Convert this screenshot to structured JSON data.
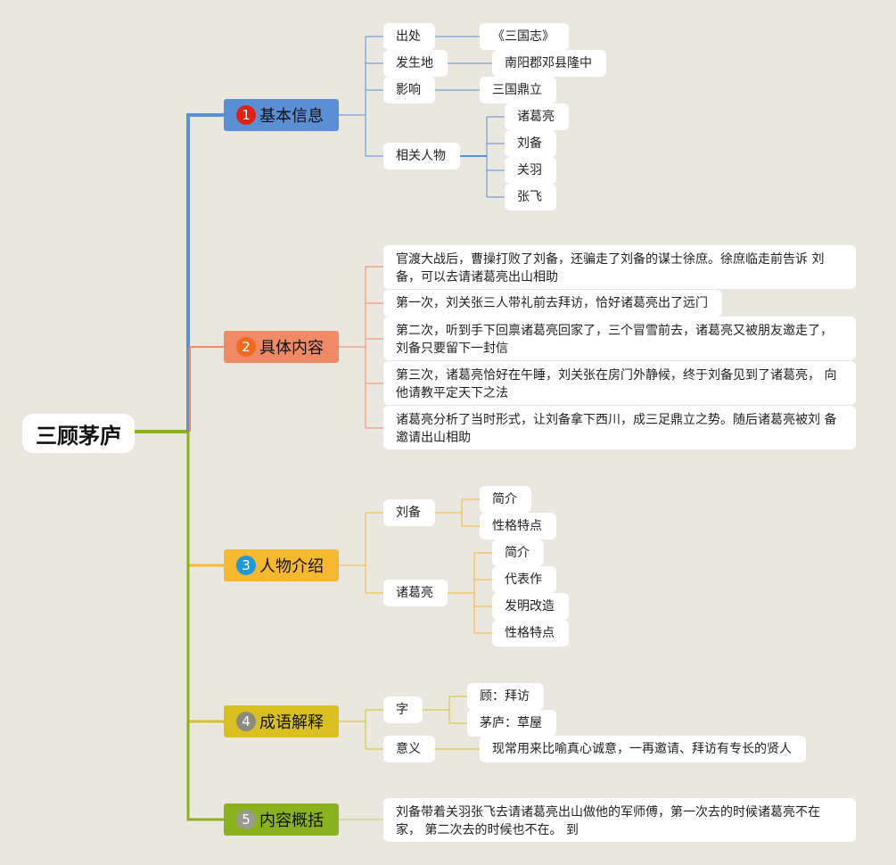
{
  "root": {
    "label": "三顾茅庐"
  },
  "branches": [
    {
      "num": "1",
      "label": "基本信息",
      "color": "#5a8fd6",
      "badge_color": "#e02010"
    },
    {
      "num": "2",
      "label": "具体内容",
      "color": "#f08a66",
      "badge_color": "#f06a20"
    },
    {
      "num": "3",
      "label": "人物介绍",
      "color": "#f5b830",
      "badge_color": "#1f9ad6"
    },
    {
      "num": "4",
      "label": "成语解释",
      "color": "#d9c020",
      "badge_color": "#8a8a80"
    },
    {
      "num": "5",
      "label": "内容概括",
      "color": "#8ab21e",
      "badge_color": "#9a9a90"
    }
  ],
  "basic": {
    "source_key": "出处",
    "source_val": "《三国志》",
    "place_key": "发生地",
    "place_val": "南阳郡邓县隆中",
    "impact_key": "影响",
    "impact_val": "三国鼎立",
    "people_key": "相关人物",
    "people": [
      "诸葛亮",
      "刘备",
      "关羽",
      "张飞"
    ]
  },
  "content": {
    "items": [
      "官渡大战后，曹操打败了刘备，还骗走了刘备的谋士徐庶。徐庶临走前告诉 刘备，可以去请诸葛亮出山相助",
      "第一次，刘关张三人带礼前去拜访，恰好诸葛亮出了远门",
      "第二次，听到手下回禀诸葛亮回家了，三个冒雪前去，诸葛亮又被朋友邀走了，刘备只要留下一封信",
      "第三次，诸葛亮恰好在午睡，刘关张在房门外静候，终于刘备见到了诸葛亮， 向他请教平定天下之法",
      "诸葛亮分析了当时形式，让刘备拿下西川，成三足鼎立之势。随后诸葛亮被刘 备邀请出山相助"
    ]
  },
  "people_intro": {
    "liubei": "刘备",
    "liubei_items": [
      "简介",
      "性格特点"
    ],
    "zhuge": "诸葛亮",
    "zhuge_items": [
      "简介",
      "代表作",
      "发明改造",
      "性格特点"
    ]
  },
  "idiom": {
    "char_key": "字",
    "chars": [
      "顾：拜访",
      "茅庐：草屋"
    ],
    "meaning_key": "意义",
    "meaning_val": "现常用来比喻真心诚意，一再邀请、拜访有专长的贤人"
  },
  "summary": {
    "text": "刘备带着关羽张飞去请诸葛亮出山做他的军师傅，第一次去的时候诸葛亮不在家， 第二次去的时候也不在。 到"
  }
}
